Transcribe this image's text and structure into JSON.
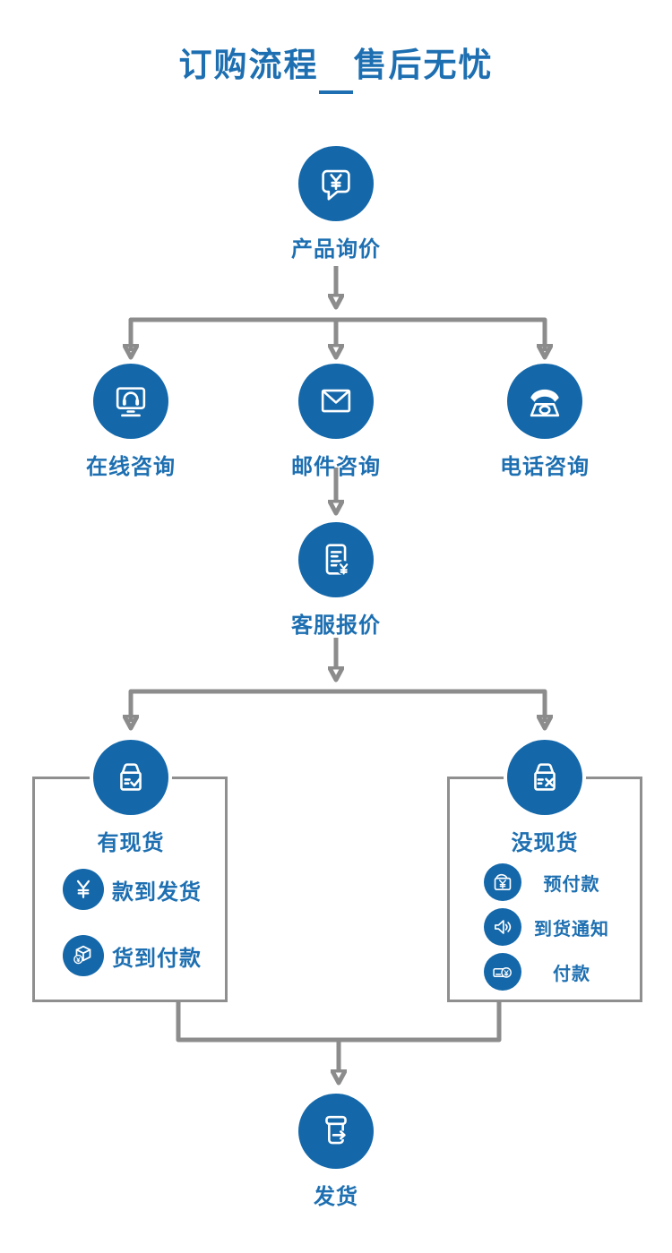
{
  "colors": {
    "accent_blue": "#1468aa",
    "text_blue": "#1d6fb1",
    "connector_gray": "#8c8c8c",
    "box_border_gray": "#8f8f8f",
    "icon_stroke": "#ffffff"
  },
  "header": {
    "title": "订购流程　售后无忧"
  },
  "flow": {
    "inquiry": {
      "label": "产品询价",
      "icon": "chat-yen-icon"
    },
    "channels": [
      {
        "label": "在线咨询",
        "icon": "online-support-icon"
      },
      {
        "label": "邮件咨询",
        "icon": "email-icon"
      },
      {
        "label": "电话咨询",
        "icon": "telephone-icon"
      }
    ],
    "quote": {
      "label": "客服报价",
      "icon": "quotation-doc-icon"
    },
    "in_stock": {
      "label": "有现货",
      "icon": "box-check-icon",
      "items": [
        {
          "label": "款到发货",
          "icon": "yen-icon"
        },
        {
          "label": "货到付款",
          "icon": "parcel-coin-icon"
        }
      ]
    },
    "out_of_stock": {
      "label": "没现货",
      "icon": "box-x-icon",
      "items": [
        {
          "label": "预付款",
          "icon": "wallet-yen-icon"
        },
        {
          "label": "到货通知",
          "icon": "speaker-icon"
        },
        {
          "label": "付款",
          "icon": "card-yen-coin-icon"
        }
      ]
    },
    "ship": {
      "label": "发货",
      "icon": "shipping-box-icon"
    }
  }
}
